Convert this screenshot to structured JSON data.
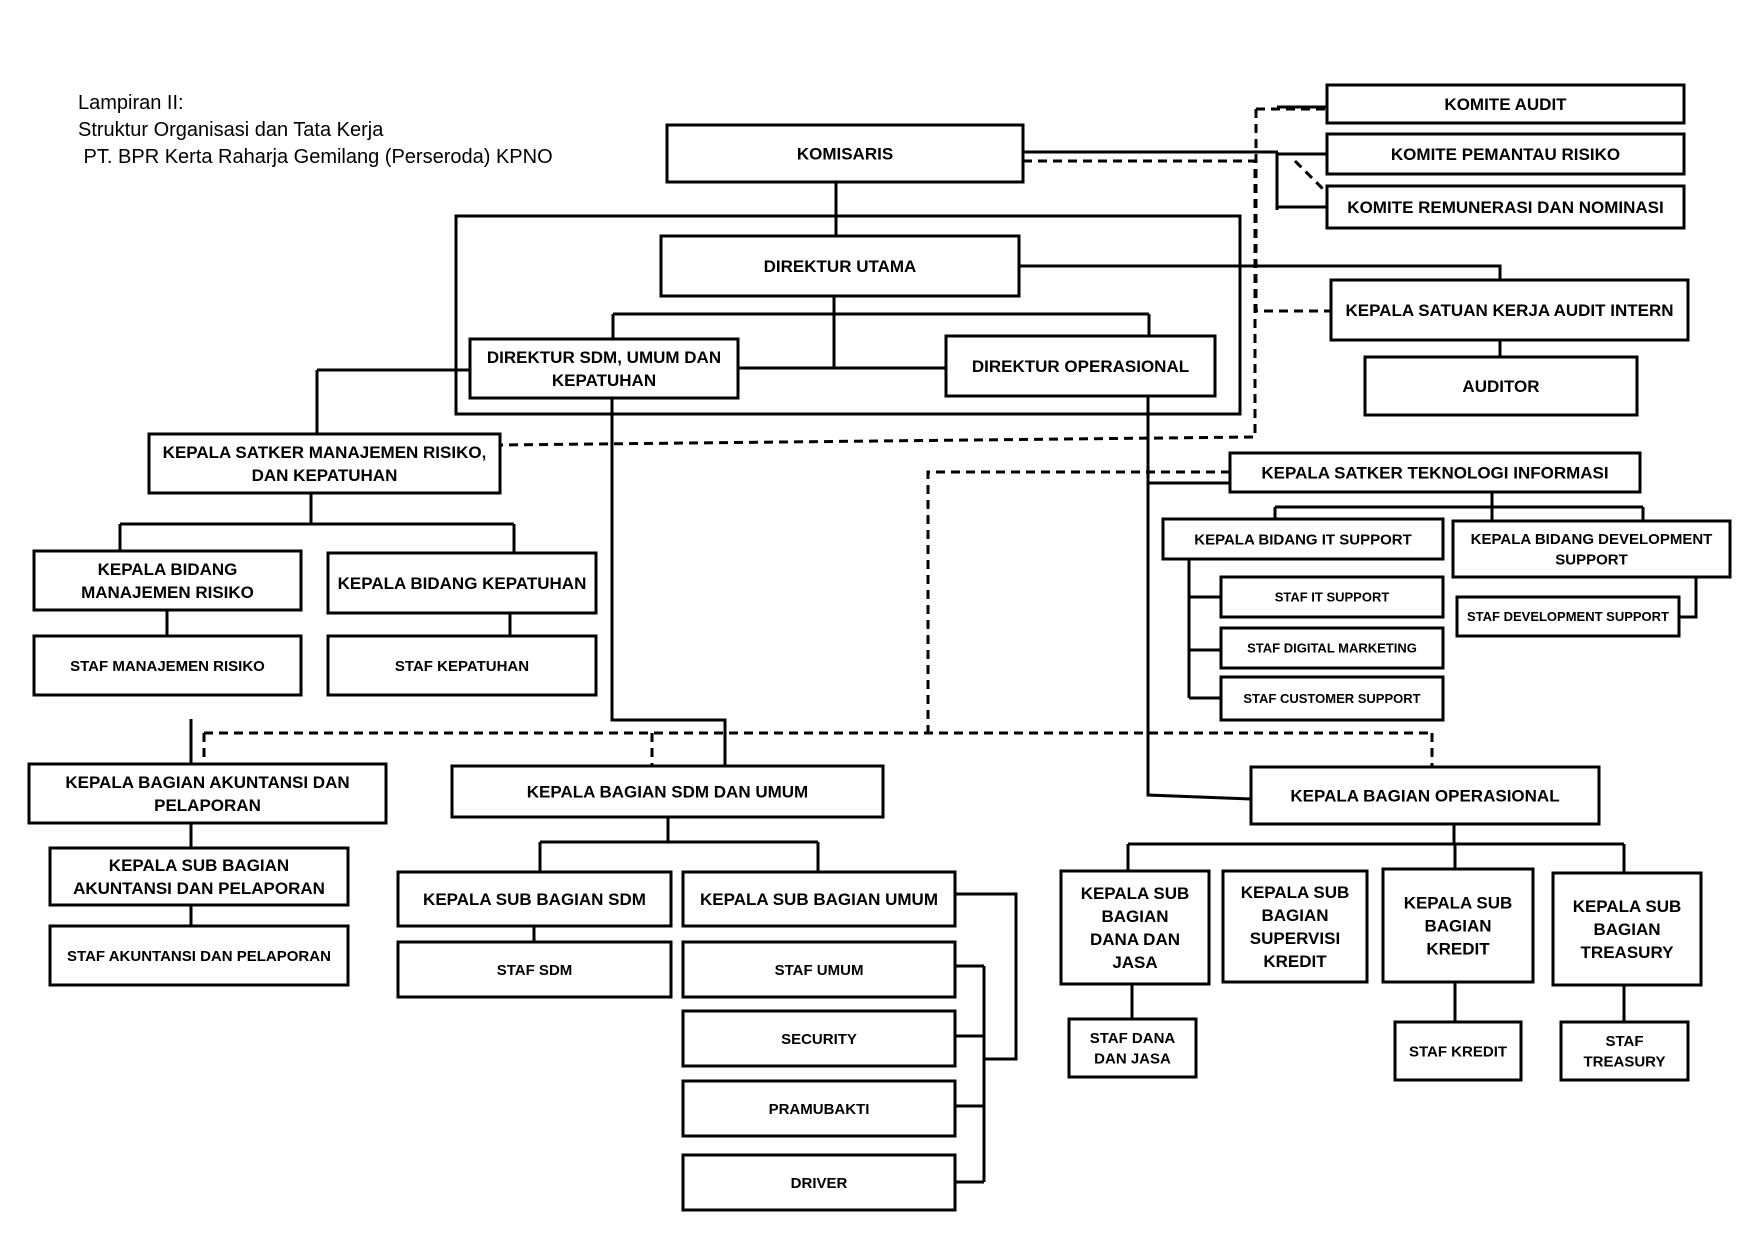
{
  "header": {
    "line1": "Lampiran II:",
    "line2": "Struktur Organisasi dan Tata Kerja",
    "line3": " PT. BPR Kerta Raharja Gemilang (Perseroda) KPNO"
  },
  "units": {
    "komisaris": [
      "KOMISARIS"
    ],
    "komite_audit": [
      "KOMITE AUDIT"
    ],
    "komite_pemantau_risiko": [
      "KOMITE PEMANTAU RISIKO"
    ],
    "komite_remunerasi": [
      "KOMITE REMUNERASI DAN NOMINASI"
    ],
    "direktur_utama": [
      "DIREKTUR UTAMA"
    ],
    "kepala_skai": [
      "KEPALA SATUAN KERJA AUDIT INTERN"
    ],
    "auditor": [
      "AUDITOR"
    ],
    "direktur_sdm": [
      "DIREKTUR SDM, UMUM DAN",
      "KEPATUHAN"
    ],
    "direktur_operasional": [
      "DIREKTUR OPERASIONAL"
    ],
    "kepala_satker_mr": [
      "KEPALA SATKER MANAJEMEN RISIKO,",
      "DAN KEPATUHAN"
    ],
    "kepala_satker_ti": [
      "KEPALA SATKER TEKNOLOGI INFORMASI"
    ],
    "kepala_bidang_mr": [
      "KEPALA BIDANG",
      "MANAJEMEN RISIKO"
    ],
    "kepala_bidang_kepatuhan": [
      "KEPALA BIDANG KEPATUHAN"
    ],
    "staf_mr": [
      "STAF MANAJEMEN RISIKO"
    ],
    "staf_kepatuhan": [
      "STAF KEPATUHAN"
    ],
    "kepala_bidang_it_support": [
      "KEPALA BIDANG IT SUPPORT"
    ],
    "kepala_bidang_dev_support": [
      "KEPALA BIDANG DEVELOPMENT",
      "SUPPORT"
    ],
    "staf_it_support": [
      "STAF IT SUPPORT"
    ],
    "staf_dev_support": [
      "STAF DEVELOPMENT SUPPORT"
    ],
    "staf_digital_marketing": [
      "STAF DIGITAL MARKETING"
    ],
    "staf_customer_support": [
      "STAF CUSTOMER SUPPORT"
    ],
    "kepala_bagian_akuntansi": [
      "KEPALA BAGIAN AKUNTANSI DAN",
      "PELAPORAN"
    ],
    "kepala_bagian_sdm_umum": [
      "KEPALA BAGIAN SDM DAN UMUM"
    ],
    "kepala_bagian_operasional": [
      "KEPALA BAGIAN OPERASIONAL"
    ],
    "kepala_sub_akuntansi": [
      "KEPALA SUB BAGIAN",
      "AKUNTANSI DAN PELAPORAN"
    ],
    "staf_akuntansi": [
      "STAF AKUNTANSI DAN PELAPORAN"
    ],
    "kepala_sub_sdm": [
      "KEPALA SUB BAGIAN SDM"
    ],
    "kepala_sub_umum": [
      "KEPALA SUB BAGIAN UMUM"
    ],
    "staf_sdm": [
      "STAF SDM"
    ],
    "staf_umum": [
      "STAF UMUM"
    ],
    "security": [
      "SECURITY"
    ],
    "pramubakti": [
      "PRAMUBAKTI"
    ],
    "driver": [
      "DRIVER"
    ],
    "kepala_sub_dana": [
      "KEPALA SUB",
      "BAGIAN",
      "DANA DAN",
      "JASA"
    ],
    "kepala_sub_supervisi": [
      "KEPALA SUB",
      "BAGIAN",
      "SUPERVISI",
      "KREDIT"
    ],
    "kepala_sub_kredit": [
      "KEPALA SUB",
      "BAGIAN",
      "KREDIT"
    ],
    "kepala_sub_treasury": [
      "KEPALA SUB",
      "BAGIAN",
      "TREASURY"
    ],
    "staf_dana": [
      "STAF DANA",
      "DAN JASA"
    ],
    "staf_kredit": [
      "STAF KREDIT"
    ],
    "staf_treasury": [
      "STAF",
      "TREASURY"
    ]
  }
}
